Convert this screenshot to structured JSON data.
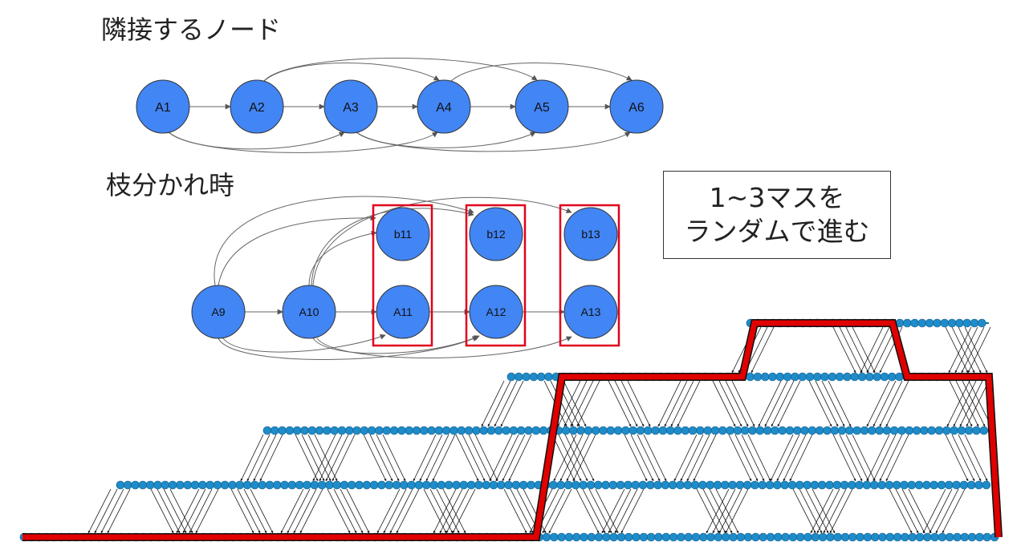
{
  "headings": {
    "adjacent": "隣接するノード",
    "branch": "枝分かれ時"
  },
  "note": {
    "line1": "1~3マスを",
    "line2": "ランダムで進む"
  },
  "colors": {
    "node_fill": "#4285f4",
    "node_stroke": "#333333",
    "edge": "#666666",
    "highlight": "#e0001b",
    "small_node": "#1f8bc9",
    "path": "#e00000"
  },
  "adjacent_graph": {
    "nodes": [
      "A1",
      "A2",
      "A3",
      "A4",
      "A5",
      "A6"
    ],
    "edges": [
      [
        "A1",
        "A2"
      ],
      [
        "A2",
        "A3"
      ],
      [
        "A3",
        "A4"
      ],
      [
        "A4",
        "A5"
      ],
      [
        "A5",
        "A6"
      ],
      [
        "A2",
        "A4"
      ],
      [
        "A2",
        "A5"
      ],
      [
        "A4",
        "A6"
      ],
      [
        "A1",
        "A3"
      ],
      [
        "A1",
        "A4"
      ],
      [
        "A3",
        "A5"
      ],
      [
        "A3",
        "A6"
      ]
    ]
  },
  "branch_graph": {
    "top_nodes": [
      "b11",
      "b12",
      "b13"
    ],
    "bottom_nodes": [
      "A9",
      "A10",
      "A11",
      "A12",
      "A13"
    ]
  }
}
